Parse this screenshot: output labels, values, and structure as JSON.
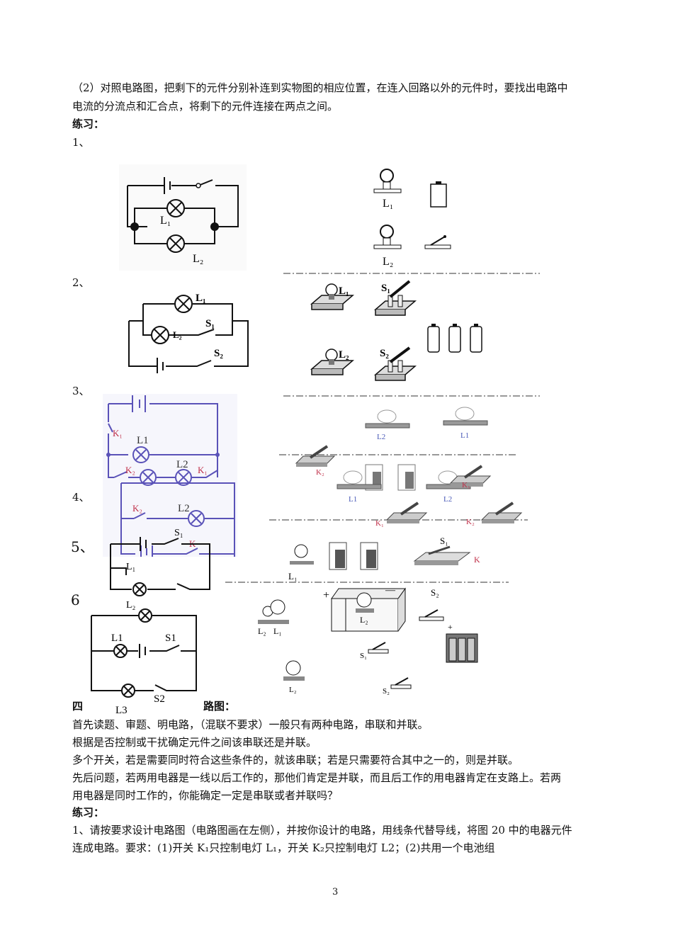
{
  "text": {
    "p1_line1": "（2）对照电路图，把剩下的元件分别补连到实物图的相应位置，在连入回路以外的元件时，要找出电路中",
    "p1_line2": "电流的分流点和汇合点，将剩下的元件连接在两点之间。",
    "practice1": "练习：",
    "q1": "1、",
    "q2": "2、",
    "q3": "3、",
    "q4": "4、",
    "q5": "5、",
    "q6": "6",
    "section4_a": "四",
    "section4_b": "路图：",
    "p2": "首先读题、审题、明电路，（混联不要求）一般只有两种电路，串联和并联。",
    "p3": "根据是否控制或干扰确定元件之间该串联还是并联。",
    "p4": "多个开关，若是需要同时符合这些条件的，就该串联；若是只需要符合其中之一的，则是并联。",
    "p5_line1": "先后问题，若两用电器是一线以后工作的，那他们肯定是并联，而且后工作的用电器肯定在支路上。若两",
    "p5_line2": "用电器是同时工作的，你能确定一定是串联或者并联吗？",
    "practice2": "练习：",
    "ex1_line1": "1、请按要求设计电路图（电路图画在左侧），并按你设计的电路，用线条代替导线，将图 20 中的电器元件",
    "ex1_line2": "连成电路。要求：(1)开关 K₁只控制电灯 L₁，开关 K₂只控制电灯 L2；(2)共用一个电池组",
    "page_number": "3"
  },
  "labels": {
    "L1": "L₁",
    "L2": "L₂",
    "S1": "S₁",
    "S2": "S₂",
    "L1b": "L₁",
    "L2b": "L₂",
    "S1b": "S₁",
    "S2b": "S₂",
    "K1": "K₁",
    "K2": "K₂",
    "K": "K",
    "L1plain": "L1",
    "L2plain": "L2",
    "L3plain": "L3",
    "S1plain": "S1",
    "S2plain": "S2",
    "plus": "+",
    "minus": "—"
  },
  "colors": {
    "ink": "#111111",
    "blue_circuit": "#5a52b8",
    "red_label": "#c0304a",
    "blue_label": "#4a5ab8"
  }
}
